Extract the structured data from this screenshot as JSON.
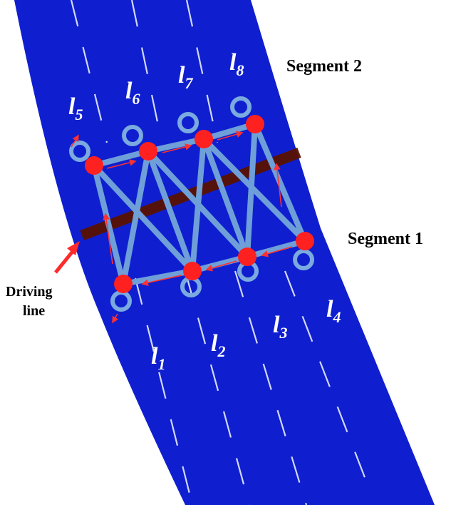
{
  "segments": {
    "segment1": "Segment 1",
    "segment2": "Segment 2"
  },
  "driving_line": {
    "line1": "Driving",
    "line2": "line"
  },
  "lanes": [
    {
      "letter": "l",
      "sub": "1"
    },
    {
      "letter": "l",
      "sub": "2"
    },
    {
      "letter": "l",
      "sub": "3"
    },
    {
      "letter": "l",
      "sub": "4"
    },
    {
      "letter": "l",
      "sub": "5"
    },
    {
      "letter": "l",
      "sub": "6"
    },
    {
      "letter": "l",
      "sub": "7"
    },
    {
      "letter": "l",
      "sub": "8"
    }
  ],
  "colors": {
    "road": "#0f1fcf",
    "lane_marking": "#e8ecff",
    "node": "#ff2020",
    "link": "#6f9fd8",
    "driving_line_band": "#5a1200",
    "flow_arrow": "#ff3030"
  }
}
